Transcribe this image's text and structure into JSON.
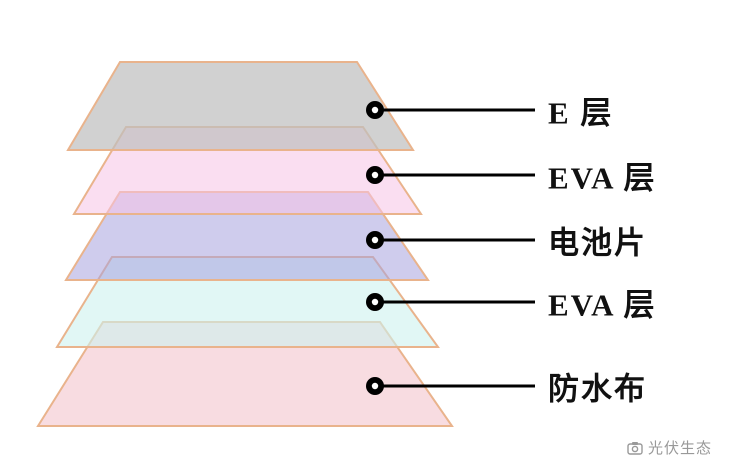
{
  "diagram": {
    "layers": [
      {
        "label": "E 层",
        "fill": "#bfbfbf",
        "stroke": "#e9b38c",
        "opacity": 0.72
      },
      {
        "label": "EVA 层",
        "fill": "#f5c3e6",
        "stroke": "#e9b38c",
        "opacity": 0.55
      },
      {
        "label": "电池片",
        "fill": "#a8a2df",
        "stroke": "#e9b38c",
        "opacity": 0.55
      },
      {
        "label": "EVA 层",
        "fill": "#cdf2ee",
        "stroke": "#e9b38c",
        "opacity": 0.6
      },
      {
        "label": "防水布",
        "fill": "#f3bfc8",
        "stroke": "#e9b38c",
        "opacity": 0.55
      }
    ],
    "connector": {
      "color": "#000000"
    },
    "watermark": {
      "text": "光伏生态",
      "color": "#999999"
    }
  }
}
